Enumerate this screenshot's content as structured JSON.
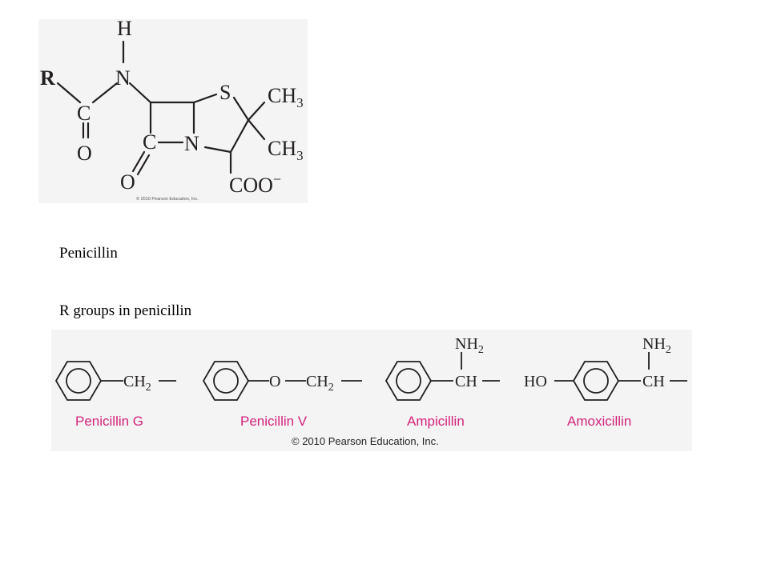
{
  "core": {
    "atoms": {
      "h": "H",
      "r": "R",
      "n_amide": "N",
      "c_carbonyl": "C",
      "o_carbonyl": "O",
      "s": "S",
      "ch3_top": "CH",
      "ch3_top_sub": "3",
      "ch3_bottom": "CH",
      "ch3_bottom_sub": "3",
      "c_lactam": "C",
      "n_ring": "N",
      "o_lactam": "O",
      "coo": "COO",
      "coo_charge": "−"
    },
    "copyright": "© 2010 Pearson Education, Inc."
  },
  "captions": {
    "penicillin": "Penicillin",
    "r_groups": "R groups in penicillin"
  },
  "r_groups": {
    "items": [
      {
        "name": "Penicillin G",
        "ch2": "CH",
        "ch2_sub": "2"
      },
      {
        "name": "Penicillin V",
        "o": "O",
        "ch2": "CH",
        "ch2_sub": "2"
      },
      {
        "name": "Ampicillin",
        "nh2": "NH",
        "nh2_sub": "2",
        "ch": "CH"
      },
      {
        "name": "Amoxicillin",
        "ho": "HO",
        "nh2": "NH",
        "nh2_sub": "2",
        "ch": "CH"
      }
    ],
    "copyright": "© 2010 Pearson Education, Inc."
  },
  "colors": {
    "name_label": "#d4237a",
    "structure": "#231f20"
  }
}
